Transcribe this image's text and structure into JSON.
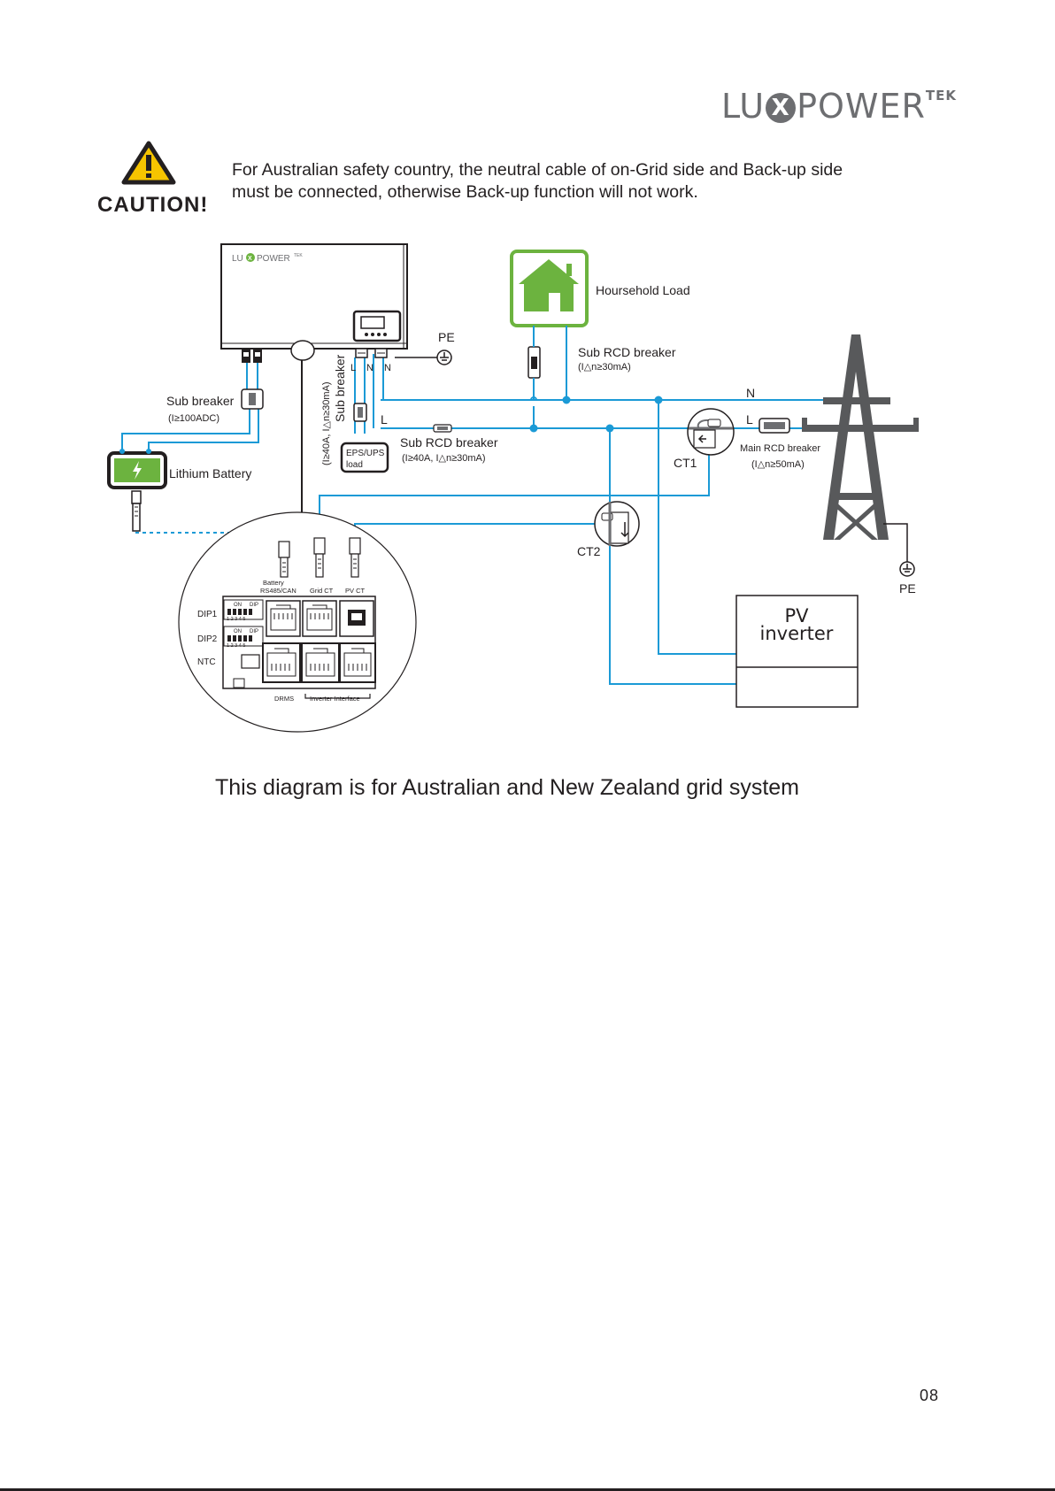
{
  "logo": {
    "prefix": "LU",
    "x": "X",
    "suffix": "POWER",
    "sup": "TEK"
  },
  "caution": {
    "word": "CAUTION!",
    "line1": "For Australian safety country, the neutral cable of on-Grid side and Back-up side",
    "line2": "must be connected, otherwise Back-up function will not work."
  },
  "diagram": {
    "inverter_logo": "LU",
    "inverter_logo_x": "X",
    "inverter_logo_suffix": "POWER",
    "inverter_logo_sup": "TEK",
    "pe_top": "PE",
    "pe_right": "PE",
    "terminal_l": "L",
    "terminal_n1": "N",
    "terminal_n2": "N",
    "household_load": "Hoursehold Load",
    "sub_rcd_top": "Sub RCD breaker",
    "sub_rcd_top_spec": "(I△n≥30mA)",
    "sub_breaker": "Sub breaker",
    "sub_breaker_spec": "(I≥100ADC)",
    "lithium_battery": "Lithium Battery",
    "vertical_sub_breaker": "Sub breaker",
    "vertical_spec": "(I≥40A, I△n≥30mA)",
    "eps_line1": "EPS/UPS",
    "eps_line2": "load",
    "sub_rcd_mid": "Sub RCD breaker",
    "sub_rcd_mid_spec": "(I≥40A, I△n≥30mA)",
    "line_n": "N",
    "line_l_mid": "L",
    "line_l_right": "L",
    "main_rcd": "Main RCD breaker",
    "main_rcd_spec": "(I△n≥50mA)",
    "ct1": "CT1",
    "ct2": "CT2",
    "pv_inverter_line1": "PV",
    "pv_inverter_line2": "inverter",
    "port_battery": "Battery",
    "port_rs485": "RS485/CAN",
    "port_grid_ct": "Grid CT",
    "port_pv_ct": "PV CT",
    "dip1": "DIP1",
    "dip2": "DIP2",
    "ntc": "NTC",
    "drms": "DRMS",
    "inverter_interface": "Inverter Interface",
    "dip_on": "ON",
    "dip_dip": "DIP",
    "dip_nums": "1 2 3 4 5"
  },
  "caption": "This diagram is for Australian and New Zealand grid system",
  "page_number": "08",
  "colors": {
    "wire": "#1b9ad6",
    "green": "#6cb33f",
    "dark": "#231f20",
    "tower": "#58595b",
    "caution_yellow": "#f6c400"
  }
}
